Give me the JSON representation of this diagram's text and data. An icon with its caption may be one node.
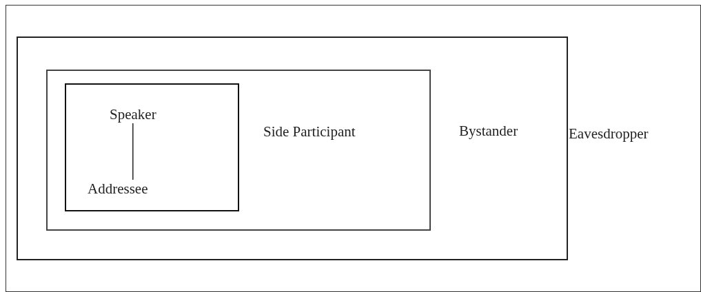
{
  "diagram": {
    "nodes": [
      {
        "text": [
          "Eavesdropper"
        ]
      },
      {
        "text": [
          "Bystander"
        ],
        "in": 0
      },
      {
        "text": [
          "Side Participant"
        ],
        "in": 1
      },
      {
        "text": [],
        "shape": "box",
        "in": 2
      },
      {
        "text": [
          "Speaker"
        ],
        "in": 3
      },
      {
        "text": [
          "Addressee"
        ],
        "in": 3
      }
    ],
    "edges": [
      {
        "from": 4,
        "to": 5,
        "arrow": "none"
      }
    ]
  }
}
